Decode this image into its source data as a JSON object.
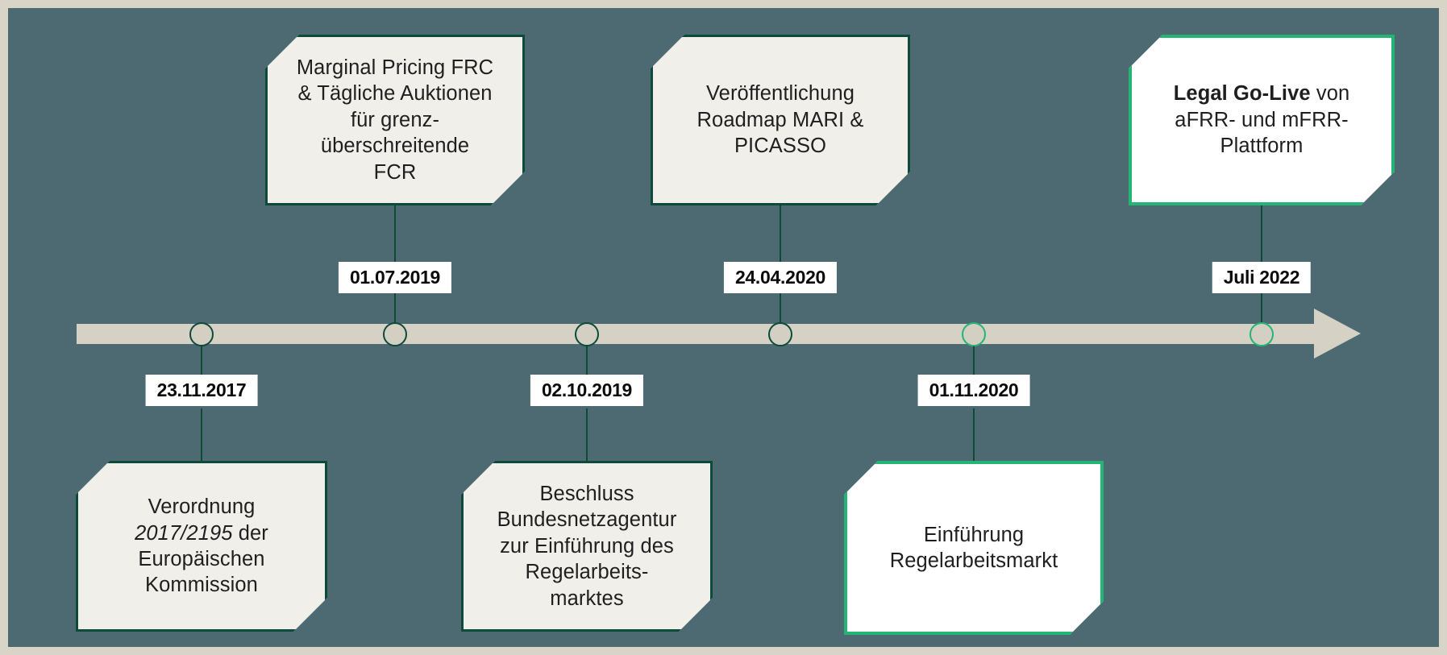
{
  "figure": {
    "kind": "timeline-diagram",
    "title": "",
    "background_color": "#4d6a72",
    "frame_color": "#d8d4c7",
    "axis_color": "#d5d1c4",
    "accent_dark_green": "#0d4a3a",
    "accent_bright_green": "#22b573",
    "card_cream_fill": "#f0efea",
    "card_white_fill": "#ffffff"
  },
  "axis": {
    "name": "timeline-axis",
    "direction": "left-to-right",
    "has_arrowhead": true
  },
  "milestones": [
    {
      "id": "m1",
      "date": "23.11.2017",
      "position": "below",
      "node_style": "dark",
      "card_style": "cream",
      "card_lines": [
        {
          "segments": [
            {
              "text": "Verordnung",
              "style": "normal"
            }
          ]
        },
        {
          "segments": [
            {
              "text": "2017/2195",
              "style": "italic"
            },
            {
              "text": " der",
              "style": "normal"
            }
          ]
        },
        {
          "segments": [
            {
              "text": "Europäischen",
              "style": "normal"
            }
          ]
        },
        {
          "segments": [
            {
              "text": "Kommission",
              "style": "normal"
            }
          ]
        }
      ]
    },
    {
      "id": "m2",
      "date": "01.07.2019",
      "position": "above",
      "node_style": "dark",
      "card_style": "cream",
      "card_lines": [
        {
          "segments": [
            {
              "text": "Marginal Pricing FRC",
              "style": "normal"
            }
          ]
        },
        {
          "segments": [
            {
              "text": "& Tägliche Auktionen",
              "style": "normal"
            }
          ]
        },
        {
          "segments": [
            {
              "text": "für  grenz-",
              "style": "normal"
            }
          ]
        },
        {
          "segments": [
            {
              "text": "überschreitende",
              "style": "normal"
            }
          ]
        },
        {
          "segments": [
            {
              "text": "FCR",
              "style": "normal"
            }
          ]
        }
      ]
    },
    {
      "id": "m3",
      "date": "02.10.2019",
      "position": "below",
      "node_style": "dark",
      "card_style": "cream",
      "card_lines": [
        {
          "segments": [
            {
              "text": "Beschluss",
              "style": "normal"
            }
          ]
        },
        {
          "segments": [
            {
              "text": "Bundesnetzagentur",
              "style": "normal"
            }
          ]
        },
        {
          "segments": [
            {
              "text": "zur Einführung des",
              "style": "normal"
            }
          ]
        },
        {
          "segments": [
            {
              "text": "Regelarbeits-",
              "style": "normal"
            }
          ]
        },
        {
          "segments": [
            {
              "text": "marktes",
              "style": "normal"
            }
          ]
        }
      ]
    },
    {
      "id": "m4",
      "date": "24.04.2020",
      "position": "above",
      "node_style": "dark",
      "card_style": "cream",
      "card_lines": [
        {
          "segments": [
            {
              "text": "Veröffentlichung",
              "style": "normal"
            }
          ]
        },
        {
          "segments": [
            {
              "text": "Roadmap MARI &",
              "style": "normal"
            }
          ]
        },
        {
          "segments": [
            {
              "text": "PICASSO",
              "style": "normal"
            }
          ]
        }
      ]
    },
    {
      "id": "m5",
      "date": "01.11.2020",
      "position": "below",
      "node_style": "green",
      "card_style": "white",
      "card_lines": [
        {
          "segments": [
            {
              "text": "Einführung",
              "style": "normal"
            }
          ]
        },
        {
          "segments": [
            {
              "text": "Regelarbeitsmarkt",
              "style": "normal"
            }
          ]
        }
      ]
    },
    {
      "id": "m6",
      "date": "Juli 2022",
      "position": "above",
      "node_style": "green",
      "card_style": "white",
      "card_lines": [
        {
          "segments": [
            {
              "text": "Legal Go-Live",
              "style": "bold"
            },
            {
              "text": " von",
              "style": "normal"
            }
          ]
        },
        {
          "segments": [
            {
              "text": "aFRR- und mFRR-",
              "style": "normal"
            }
          ]
        },
        {
          "segments": [
            {
              "text": "Plattform",
              "style": "normal"
            }
          ]
        }
      ]
    }
  ],
  "geometry": {
    "nodes_x": [
      240,
      480,
      718,
      958,
      1198,
      1555
    ]
  }
}
